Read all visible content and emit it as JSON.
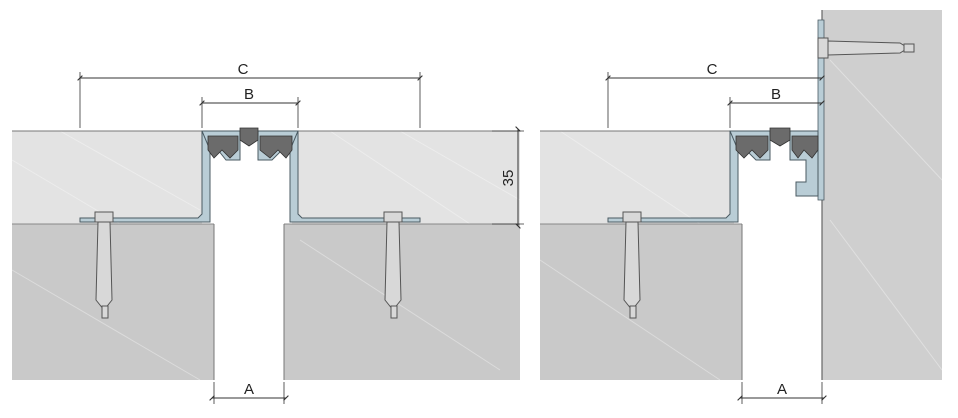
{
  "dimensions": {
    "a_left": "A",
    "b_left": "B",
    "c_left": "C",
    "height": "35",
    "a_right": "A",
    "b_right": "B",
    "c_right": "C"
  },
  "colors": {
    "screed_top": "#e2e2e2",
    "slab": "#c9c9c9",
    "wall": "#cfcfcf",
    "profile": "#b9cdd6",
    "profile_stroke": "#4a5a62",
    "insert": "#6b6b6b",
    "anchor": "#d8d8d8",
    "dimension_line": "#333333"
  },
  "icons": [
    "anchor-bolt-icon",
    "expansion-joint-profile-icon",
    "wall-anchor-icon"
  ]
}
